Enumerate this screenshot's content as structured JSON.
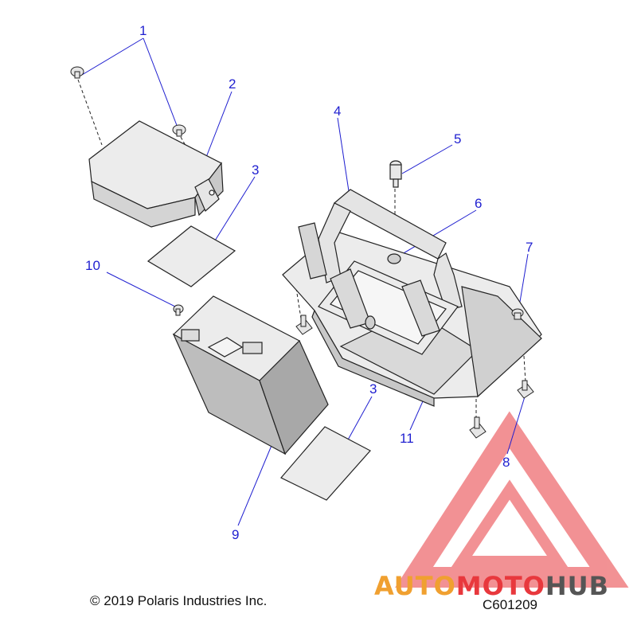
{
  "callouts": {
    "c1": "1",
    "c2": "2",
    "c3a": "3",
    "c3b": "3",
    "c4": "4",
    "c5": "5",
    "c6": "6",
    "c7": "7",
    "c8": "8",
    "c9": "9",
    "c10": "10",
    "c11": "11"
  },
  "footer": {
    "copyright": "© 2019 Polaris Industries Inc.",
    "diagram_id": "C601209"
  },
  "watermark": {
    "text": "AUTOMOTOHUB",
    "colors": {
      "red": "#e8383d",
      "orange": "#f0a030",
      "gray": "#555555"
    }
  },
  "colors": {
    "callout": "#1f1fd0",
    "part_fill": "#ececec",
    "part_dark": "#bdbdbd",
    "line": "#222222"
  }
}
